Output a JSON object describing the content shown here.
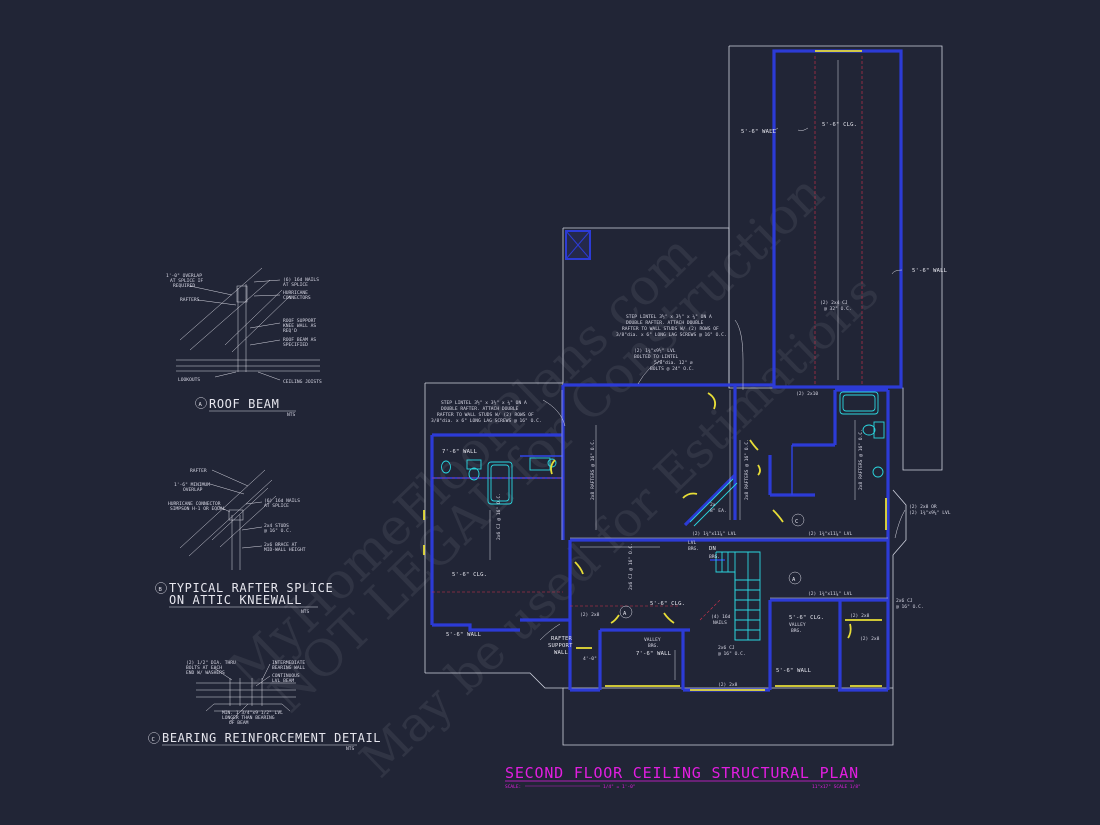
{
  "watermark": {
    "line1": "MyHomeFloorPlans.com",
    "line2": "NOT LEGAL for Construction",
    "line3": "May be used for Estimations"
  },
  "main_title": {
    "title": "SECOND FLOOR CEILING STRUCTURAL PLAN",
    "scale_label": "SCALE:",
    "scale_value": "1/4\" = 1'-0\"",
    "scale_note": "11\"x17\" SCALE 1/8\""
  },
  "details": {
    "a": {
      "marker": "A",
      "title": "ROOF BEAM",
      "nts": "NTS",
      "notes": [
        "1'-0\" OVERLAP",
        "AT SPLICE IF",
        "REQUIRED",
        "(6) 16d NAILS",
        "AT SPLICE",
        "HURRICANE",
        "CONNECTORS",
        "RAFTERS",
        "ROOF SUPPORT",
        "KNEE WALL AS",
        "REQ'D",
        "ROOF BEAM AS",
        "SPECIFIED",
        "LOOKOUTS",
        "CEILING JOISTS"
      ]
    },
    "b": {
      "marker": "B",
      "title_line1": "TYPICAL RAFTER SPLICE",
      "title_line2": "ON ATTIC KNEEWALL",
      "nts": "NTS",
      "notes": [
        "RAFTER",
        "1'-6\" MINIMUM",
        "OVERLAP",
        "HURRICANE CONNECTOR",
        "SIMPSON H-1 OR EQUAL",
        "(6) 16d NAILS",
        "AT SPLICE",
        "2x4 STUDS",
        "@ 16\" O.C.",
        "2x6 BRACE AT",
        "MID-WALL HEIGHT"
      ]
    },
    "c": {
      "marker": "C",
      "title": "BEARING REINFORCEMENT DETAIL",
      "nts": "NTS",
      "notes": [
        "(2) 1/2\" DIA. THRU",
        "BOLTS AT EACH",
        "END W/ WASHERS",
        "INTERMEDIATE",
        "BEARING WALL",
        "CONTINUOUS",
        "LVL BEAM",
        "MIN. 1 3/4\"x9 1/2\" LVL",
        "LONGER THAN BEARING",
        "OF BEAM"
      ]
    }
  },
  "plan_labels": {
    "wall_5_6_top": "5'-6\" WALL",
    "clg_5_6_top": "5'-6\" CLG.",
    "wall_5_6_right": "5'-6\" WALL",
    "joists_top": "(2) 2x4 CJ",
    "joists_top_oc": "@ 32\" O.C.",
    "lintel_note_top": [
      "STEP LINTEL 3½\" x 3½\" x ¼\" ON A",
      "DOUBLE RAFTER. ATTACH DOUBLE",
      "RAFTER TO WALL STUDS W/ (2) ROWS OF",
      "3/8\"dia. x 6\" LONG LAG SCREWS @ 16\" O.C."
    ],
    "lvl_bolted": [
      "(2) 1¾\"x9½\" LVL",
      "BOLTED TO LINTEL",
      "5/8\"dia. 12\" ⌀",
      "BOLTS @ 24\" O.C."
    ],
    "lintel_note_left": [
      "STEP LINTEL 3½\" x 3½\" x ¼\" ON A",
      "DOUBLE RAFTER. ATTACH DOUBLE",
      "RAFTER TO WALL STUDS W/ (2) ROWS OF",
      "3/8\"dia. x 6\" LONG LAG SCREWS @ 16\" O.C."
    ],
    "wall_7_6": "7'-6\" WALL",
    "clg_5_6_left": "5'-6\" CLG.",
    "wall_5_6_left": "5'-6\" WALL",
    "rafter_support": [
      "RAFTER",
      "SUPPORT",
      "WALL"
    ],
    "clg_5_6_mid": "5'-6\" CLG.",
    "valley_brg_left": [
      "VALLEY",
      "BRG."
    ],
    "wall_7_6_mid": "7'-6\" WALL",
    "joists_mid": "2x6 CJ",
    "joists_mid_oc": "@ 16\" O.C.",
    "header_bottom": "(2) 2x8",
    "nails_4": [
      "(4) 16d",
      "NAILS"
    ],
    "lvl_brg": [
      "LVL",
      "BRG."
    ],
    "dn": "DN",
    "brg": "BRG.",
    "lvl_mid_left": "(2) 1¾\"x11⅞\" LVL",
    "lvl_mid_right": "(2) 1¾\"x11⅞\" LVL",
    "lvl_lower_right": "(2) 1¾\"x11⅞\" LVL",
    "clg_5_6_right": "5'-6\" CLG.",
    "valley_brg_right": [
      "VALLEY",
      "BRG."
    ],
    "wall_5_6_bottom": "5'-6\" WALL",
    "header_2x10": "(2) 2x10",
    "lvl_right_side": [
      "(2) 2x8 OR",
      "(2) 1¾\"x9¼\" LVL"
    ],
    "cj_right": [
      "2x6 CJ",
      "@ 16\" O.C."
    ],
    "header_2x8_a": "(2) 2x8",
    "header_2x8_b": "(2) 2x8",
    "header_2x8_c": "(2) 2x8",
    "four_ft": "4'-0\"",
    "two_by_eight_ea": [
      "2x",
      "8\" EA."
    ],
    "joists_left_v": "2x6 CJ @ 16\" O.C.",
    "joists_left_long": "2x8 RAFTERS @ 16\" O.C.",
    "joists_center_v": "2x8 RAFTERS @ 16\" O.C.",
    "joists_center2_v": "2x6 CJ @ 16\" O.C.",
    "joists_right_v": "2x8 RAFTERS @ 16\" O.C.",
    "section_a": "A",
    "section_c": "C"
  }
}
